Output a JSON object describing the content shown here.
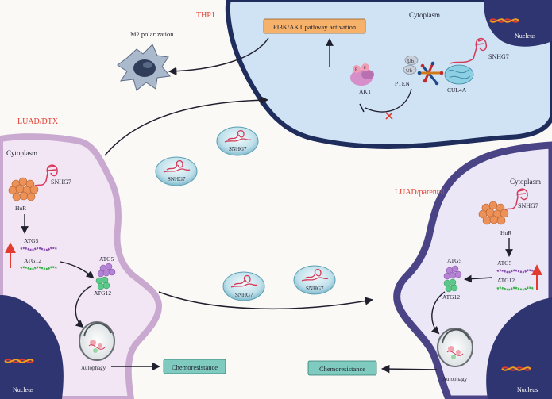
{
  "thp1": {
    "title": "THP1",
    "cytoplasm": "Cytoplasm",
    "nucleus": "Nucleus",
    "pathway": "PI3K/AKT pathway activation",
    "snhg7": "SNHG7",
    "ub1": "Ub",
    "ub2": "Ub",
    "pten": "PTEN",
    "akt": "AKT",
    "p1": "P",
    "p2": "P",
    "cul4a": "CUL4A"
  },
  "macrophage": {
    "label": "M2 polarization"
  },
  "luad_dtx": {
    "title": "LUAD/DTX",
    "cytoplasm": "Cytoplasm",
    "snhg7": "SNHG7",
    "hur": "HuR",
    "atg5": "ATG5",
    "atg12": "ATG12",
    "atg5_complex": "ATG5",
    "atg12_complex": "ATG12",
    "autophagy": "Autophagy",
    "nucleus": "Nucleus"
  },
  "luad_parental": {
    "title": "LUAD/parental",
    "cytoplasm": "Cytoplasm",
    "snhg7": "SNHG7",
    "hur": "HuR",
    "atg5": "ATG5",
    "atg12": "ATG12",
    "atg5_complex": "ATG5",
    "atg12_complex": "ATG12",
    "autophagy": "Autophagy",
    "nucleus": "Nucleus"
  },
  "exosomes": [
    {
      "label": "SNHG7"
    },
    {
      "label": "SNHG7"
    },
    {
      "label": "SNHG7"
    },
    {
      "label": "SNHG7"
    }
  ],
  "outcomes": {
    "left": "Chemoresistance",
    "right": "Chemoresistance"
  },
  "colors": {
    "thp1_cell": "#cfe3f5",
    "thp1_border": "#1f2d5c",
    "luad_dtx_cell": "#f2e6f4",
    "luad_dtx_border": "#c9a9cf",
    "luad_parental_cell": "#ece7f7",
    "luad_parental_border": "#4a4486",
    "nucleus": "#2f3570",
    "accent_red": "#e33b2f",
    "pathway_box": "#f6b26b",
    "chemoresistance_box": "#7fcbbf"
  }
}
